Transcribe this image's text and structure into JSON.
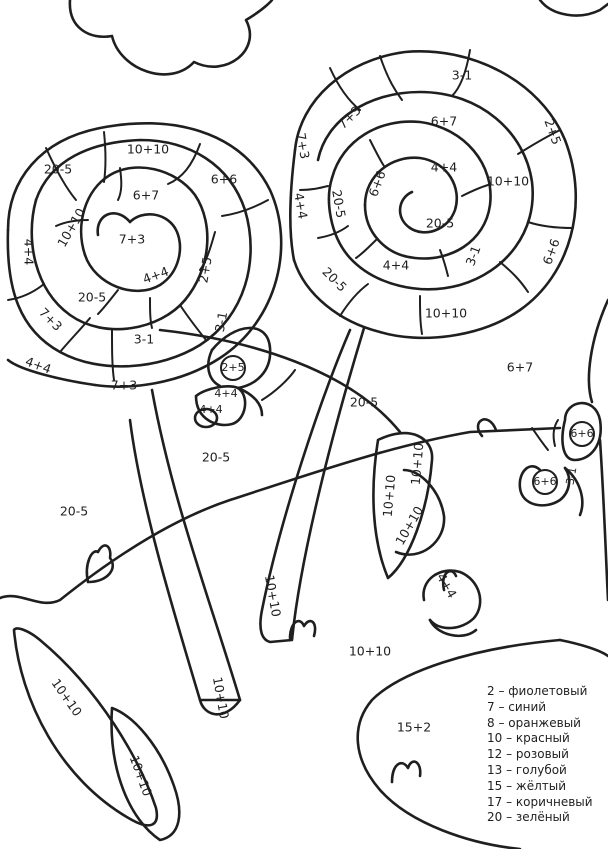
{
  "candy1": {
    "labels": [
      "20-5",
      "10+10",
      "6+6",
      "4+4",
      "10+10",
      "6+7",
      "7+3",
      "2+5",
      "4+4",
      "20-5",
      "7+3",
      "3-1",
      "4+4",
      "7+3",
      "3-1"
    ]
  },
  "candy2": {
    "labels": [
      "3-1",
      "7+3",
      "6+7",
      "2+5",
      "7+3",
      "4+4",
      "10+10",
      "6+6",
      "20-5",
      "4+4",
      "20-5",
      "3-1",
      "6+6",
      "20-5",
      "4+4",
      "10+10"
    ]
  },
  "butterfly1": {
    "labels": [
      "2+5",
      "4+4",
      "4+4"
    ]
  },
  "butterfly2": {
    "labels": [
      "6+6",
      "6+6",
      "3-1"
    ]
  },
  "leaves": {
    "labels": [
      "10+10",
      "10+10",
      "10+10",
      "10+10",
      "10+10"
    ]
  },
  "stem": {
    "label": "10+10"
  },
  "stem_right": {
    "label": "10+10"
  },
  "snail": {
    "label": "4+4"
  },
  "field": {
    "labels": [
      "20-5",
      "20-5",
      "20-5",
      "6+7",
      "10+10",
      "15+2"
    ]
  },
  "legend": {
    "items": [
      "2 – фиолетовый",
      "7 – синий",
      "8 – оранжевый",
      "10 – красный",
      "12 – розовый",
      "13 – голубой",
      "15 – жёлтый",
      "17 – коричневый",
      "20 – зелёный"
    ]
  }
}
